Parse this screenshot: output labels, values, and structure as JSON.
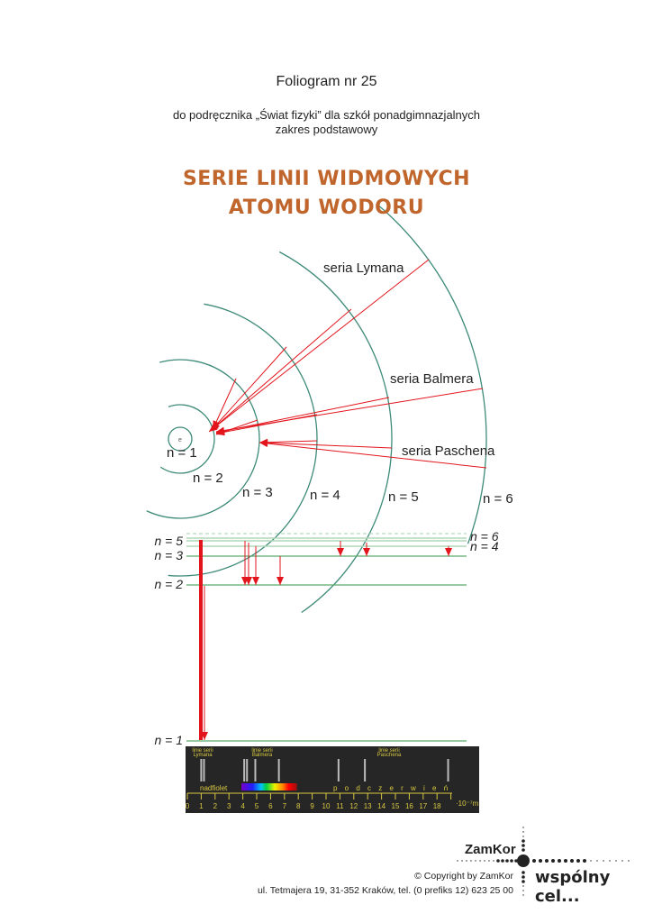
{
  "header": {
    "foliogram": "Foliogram nr 25",
    "subtitle1": "do podręcznika „Świat fizyki” dla szkół ponadgimnazjalnych",
    "subtitle2": "zakres podstawowy"
  },
  "title": {
    "line1": "SERIE LINII WIDMOWYCH",
    "line2": "ATOMU WODORU"
  },
  "orbits": {
    "labels": [
      "n = 1",
      "n = 2",
      "n = 3",
      "n = 4",
      "n = 5",
      "n = 6"
    ],
    "nucleus": "e",
    "series": [
      "seria Lymana",
      "seria Balmera",
      "seria Paschena"
    ]
  },
  "levels": {
    "labels": [
      "n = 1",
      "n = 2",
      "n = 3",
      "n = 4",
      "n = 5",
      "n = 6"
    ]
  },
  "spectrum": {
    "series_labels": [
      [
        "linie serii",
        "Lymana"
      ],
      [
        "linie serii",
        "Balmera"
      ],
      [
        "linie serii",
        "Paschena"
      ]
    ],
    "uv": "nadfiolet",
    "ir": "p o d c z e r w i e ń",
    "ticks": [
      "0",
      "1",
      "2",
      "3",
      "4",
      "5",
      "6",
      "7",
      "8",
      "9",
      "10",
      "11",
      "12",
      "13",
      "14",
      "15",
      "16",
      "17",
      "18"
    ],
    "unit": "·10⁻⁷m",
    "lines_1e-7m": [
      1.0,
      1.2,
      4.1,
      4.3,
      4.9,
      6.6,
      10.9,
      12.8,
      18.8
    ]
  },
  "colors": {
    "title": "#c0652b",
    "orbit": "#3d8a78",
    "transition": "#e2141c",
    "level": "#5aaa6a",
    "spectrum_bg": "#262626",
    "axis": "#d8c840"
  },
  "footer": {
    "brand": "ZamKor",
    "copyright": "© Copyright by ZamKor",
    "address": "ul. Tetmajera 19, 31-352 Kraków, tel. (0 prefiks 12) 623 25 00",
    "slogan": "wspólny cel..."
  }
}
